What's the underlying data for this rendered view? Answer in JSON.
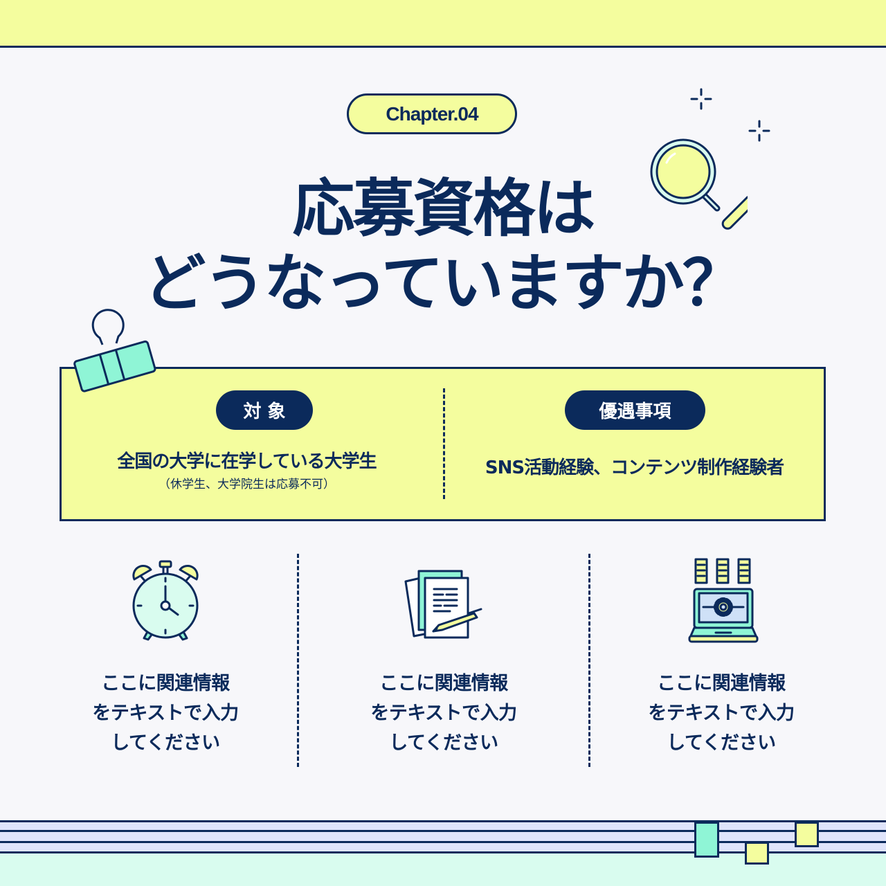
{
  "colors": {
    "navy": "#0b2a5b",
    "yellow": "#f4fd9e",
    "mint": "#8ff5d6",
    "light_mint": "#d9fcef",
    "lavender": "#dfe4fb",
    "background": "#f7f7fa"
  },
  "header": {
    "chapter_label": "Chapter.04",
    "title_line1": "応募資格は",
    "title_line2": "どうなっていますか？"
  },
  "decorations": {
    "icons": [
      "sparkle-icon",
      "sparkle-icon",
      "magnifier-icon",
      "binder-clip-icon"
    ]
  },
  "info_box": {
    "left": {
      "badge": "対 象",
      "main_text": "全国の大学に在学している大学生",
      "sub_text": "（休学生、大学院生は応募不可）"
    },
    "right": {
      "badge": "優遇事項",
      "main_text": "SNS活動経験、コンテンツ制作経験者"
    }
  },
  "features": [
    {
      "icon": "alarm-clock-icon",
      "line1": "ここに関連情報",
      "line2": "をテキストで入力",
      "line3": "してください"
    },
    {
      "icon": "document-pen-icon",
      "line1": "ここに関連情報",
      "line2": "をテキストで入力",
      "line3": "してください"
    },
    {
      "icon": "laptop-settings-icon",
      "line1": "ここに関連情報",
      "line2": "をテキストで入力",
      "line3": "してください"
    }
  ],
  "footer": {
    "bookmark_tabs": [
      "mint",
      "yellow",
      "yellow"
    ]
  }
}
